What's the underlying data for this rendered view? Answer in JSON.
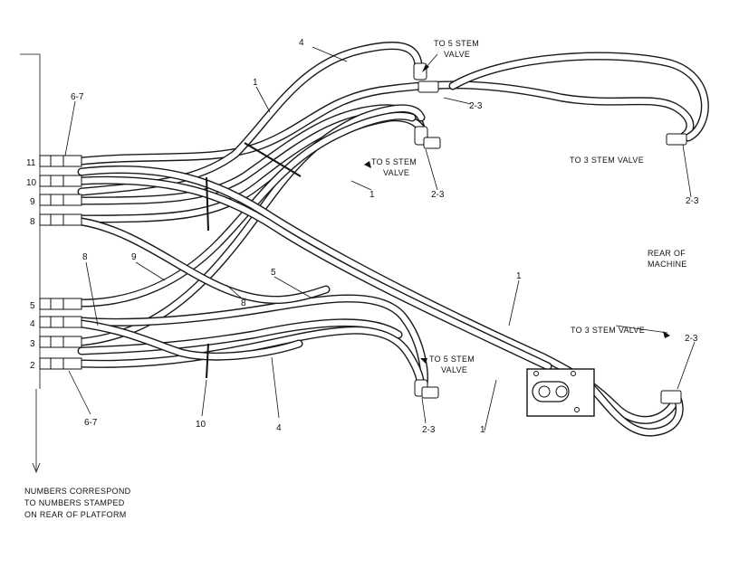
{
  "diagram": {
    "note_lines": [
      "NUMBERS CORRESPOND",
      "TO NUMBERS STAMPED",
      "ON REAR OF PLATFORM"
    ],
    "rear_label_lines": [
      "REAR OF",
      "MACHINE"
    ],
    "valve_labels": {
      "top_5_stem": [
        "TO 5 STEM",
        "VALVE"
      ],
      "mid_5_stem": [
        "TO 5 STEM",
        "VALVE"
      ],
      "low_5_stem": [
        "TO 5 STEM",
        "VALVE"
      ],
      "top_3_stem": "TO 3 STEM VALVE",
      "low_3_stem": "TO 3 STEM VALVE"
    },
    "port_numbers": [
      "11",
      "10",
      "9",
      "8",
      "5",
      "4",
      "3",
      "2"
    ],
    "callouts": {
      "c1": "4",
      "c2": "2-3",
      "c3": "1",
      "c4": "6-7",
      "c5": "1",
      "c6": "2-3",
      "c7": "2-3",
      "c8": "8",
      "c9": "9",
      "c10": "5",
      "c11": "1",
      "c12": "8",
      "c13": "2-3",
      "c14": "10",
      "c15": "4",
      "c16": "6-7",
      "c17": "2-3",
      "c18": "1"
    }
  }
}
